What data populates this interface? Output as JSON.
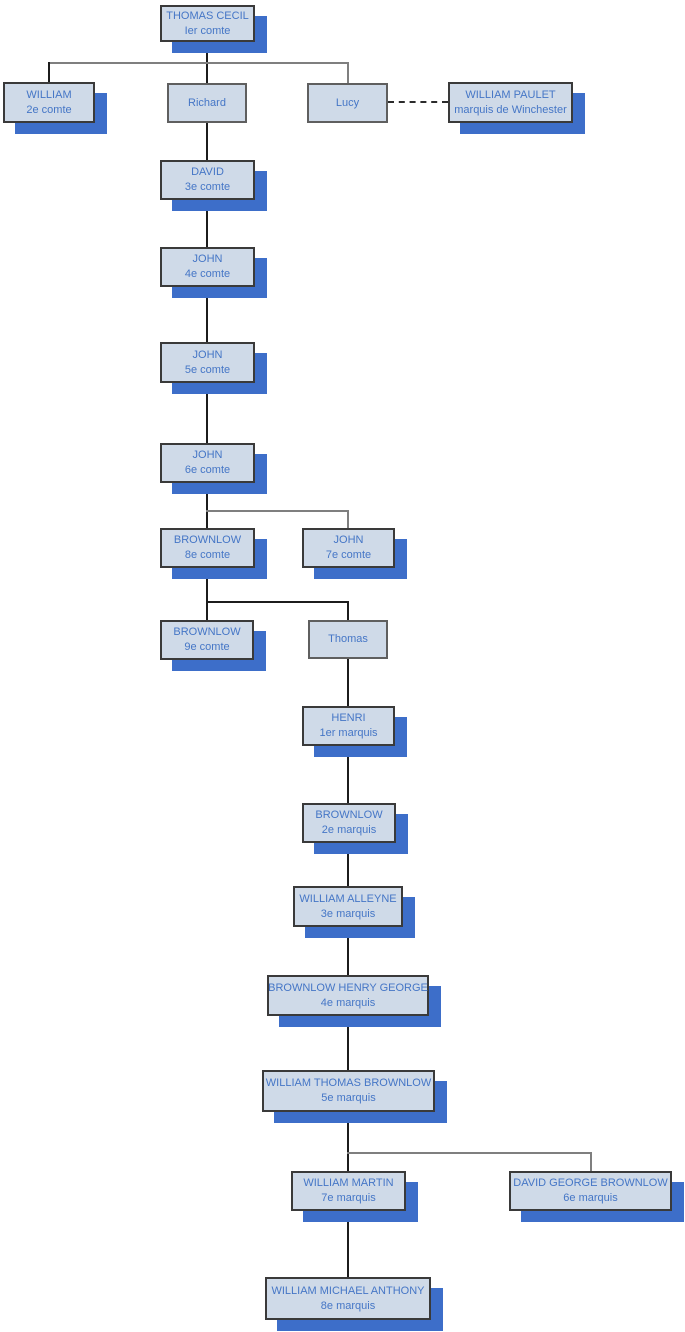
{
  "diagram": {
    "type": "family-tree",
    "subject": "Comtes puis marquis (famille Cecil)",
    "colors": {
      "background": "#ffffff",
      "box_fill": "#cfdae8",
      "box_border_titled": "#3a3a3a",
      "box_border_plain": "#5f5f5f",
      "box_shadow": "#3d6ec9",
      "text": "#4576c6",
      "line_dark": "#1c1c1c",
      "line_gray": "#7f7f7f"
    },
    "nodes": [
      {
        "id": "thomas-cecil",
        "name": "THOMAS CECIL",
        "title": "Ier comte",
        "titled": true
      },
      {
        "id": "william-2e",
        "name": "WILLIAM",
        "title": "2e comte",
        "titled": true
      },
      {
        "id": "richard",
        "name": "Richard",
        "title": "",
        "titled": false
      },
      {
        "id": "lucy",
        "name": "Lucy",
        "title": "",
        "titled": false
      },
      {
        "id": "william-paulet",
        "name": "WILLIAM PAULET",
        "title": "marquis de Winchester",
        "titled": true
      },
      {
        "id": "david-3e",
        "name": "DAVID",
        "title": "3e comte",
        "titled": true
      },
      {
        "id": "john-4e",
        "name": "JOHN",
        "title": "4e comte",
        "titled": true
      },
      {
        "id": "john-5e",
        "name": "JOHN",
        "title": "5e comte",
        "titled": true
      },
      {
        "id": "john-6e",
        "name": "JOHN",
        "title": "6e comte",
        "titled": true
      },
      {
        "id": "brownlow-8e",
        "name": "BROWNLOW",
        "title": "8e comte",
        "titled": true
      },
      {
        "id": "john-7e",
        "name": "JOHN",
        "title": "7e comte",
        "titled": true
      },
      {
        "id": "brownlow-9e",
        "name": "BROWNLOW",
        "title": "9e comte",
        "titled": true
      },
      {
        "id": "thomas",
        "name": "Thomas",
        "title": "",
        "titled": false
      },
      {
        "id": "henri-1er",
        "name": "HENRI",
        "title": "1er marquis",
        "titled": true
      },
      {
        "id": "brownlow-2e",
        "name": "BROWNLOW",
        "title": "2e marquis",
        "titled": true
      },
      {
        "id": "william-alleyne-3e",
        "name": "WILLIAM ALLEYNE",
        "title": "3e marquis",
        "titled": true
      },
      {
        "id": "brownlow-henry-george-4e",
        "name": "BROWNLOW HENRY GEORGE",
        "title": "4e marquis",
        "titled": true
      },
      {
        "id": "william-thomas-brownlow-5e",
        "name": "WILLIAM THOMAS BROWNLOW",
        "title": "5e marquis",
        "titled": true
      },
      {
        "id": "william-martin-7e",
        "name": "WILLIAM MARTIN",
        "title": "7e marquis",
        "titled": true
      },
      {
        "id": "david-george-brownlow-6e",
        "name": "DAVID GEORGE BROWNLOW",
        "title": "6e marquis",
        "titled": true
      },
      {
        "id": "william-michael-anthony-8e",
        "name": "WILLIAM MICHAEL ANTHONY",
        "title": "8e marquis",
        "titled": true
      }
    ],
    "relations": [
      {
        "parent": "thomas-cecil",
        "child": "william-2e"
      },
      {
        "parent": "thomas-cecil",
        "child": "richard"
      },
      {
        "parent": "thomas-cecil",
        "child": "lucy"
      },
      {
        "spouse_a": "lucy",
        "spouse_b": "william-paulet",
        "type": "marriage-dashed"
      },
      {
        "parent": "richard",
        "child": "david-3e"
      },
      {
        "parent": "david-3e",
        "child": "john-4e"
      },
      {
        "parent": "john-4e",
        "child": "john-5e"
      },
      {
        "parent": "john-5e",
        "child": "john-6e"
      },
      {
        "parent": "john-6e",
        "child": "brownlow-8e"
      },
      {
        "parent": "john-6e",
        "child": "john-7e"
      },
      {
        "parent": "brownlow-8e",
        "child": "brownlow-9e"
      },
      {
        "parent": "brownlow-8e",
        "child": "thomas"
      },
      {
        "parent": "thomas",
        "child": "henri-1er"
      },
      {
        "parent": "henri-1er",
        "child": "brownlow-2e"
      },
      {
        "parent": "brownlow-2e",
        "child": "william-alleyne-3e"
      },
      {
        "parent": "william-alleyne-3e",
        "child": "brownlow-henry-george-4e"
      },
      {
        "parent": "brownlow-henry-george-4e",
        "child": "william-thomas-brownlow-5e"
      },
      {
        "parent": "william-thomas-brownlow-5e",
        "child": "william-martin-7e"
      },
      {
        "parent": "william-thomas-brownlow-5e",
        "child": "david-george-brownlow-6e"
      },
      {
        "parent": "william-martin-7e",
        "child": "william-michael-anthony-8e"
      }
    ]
  }
}
